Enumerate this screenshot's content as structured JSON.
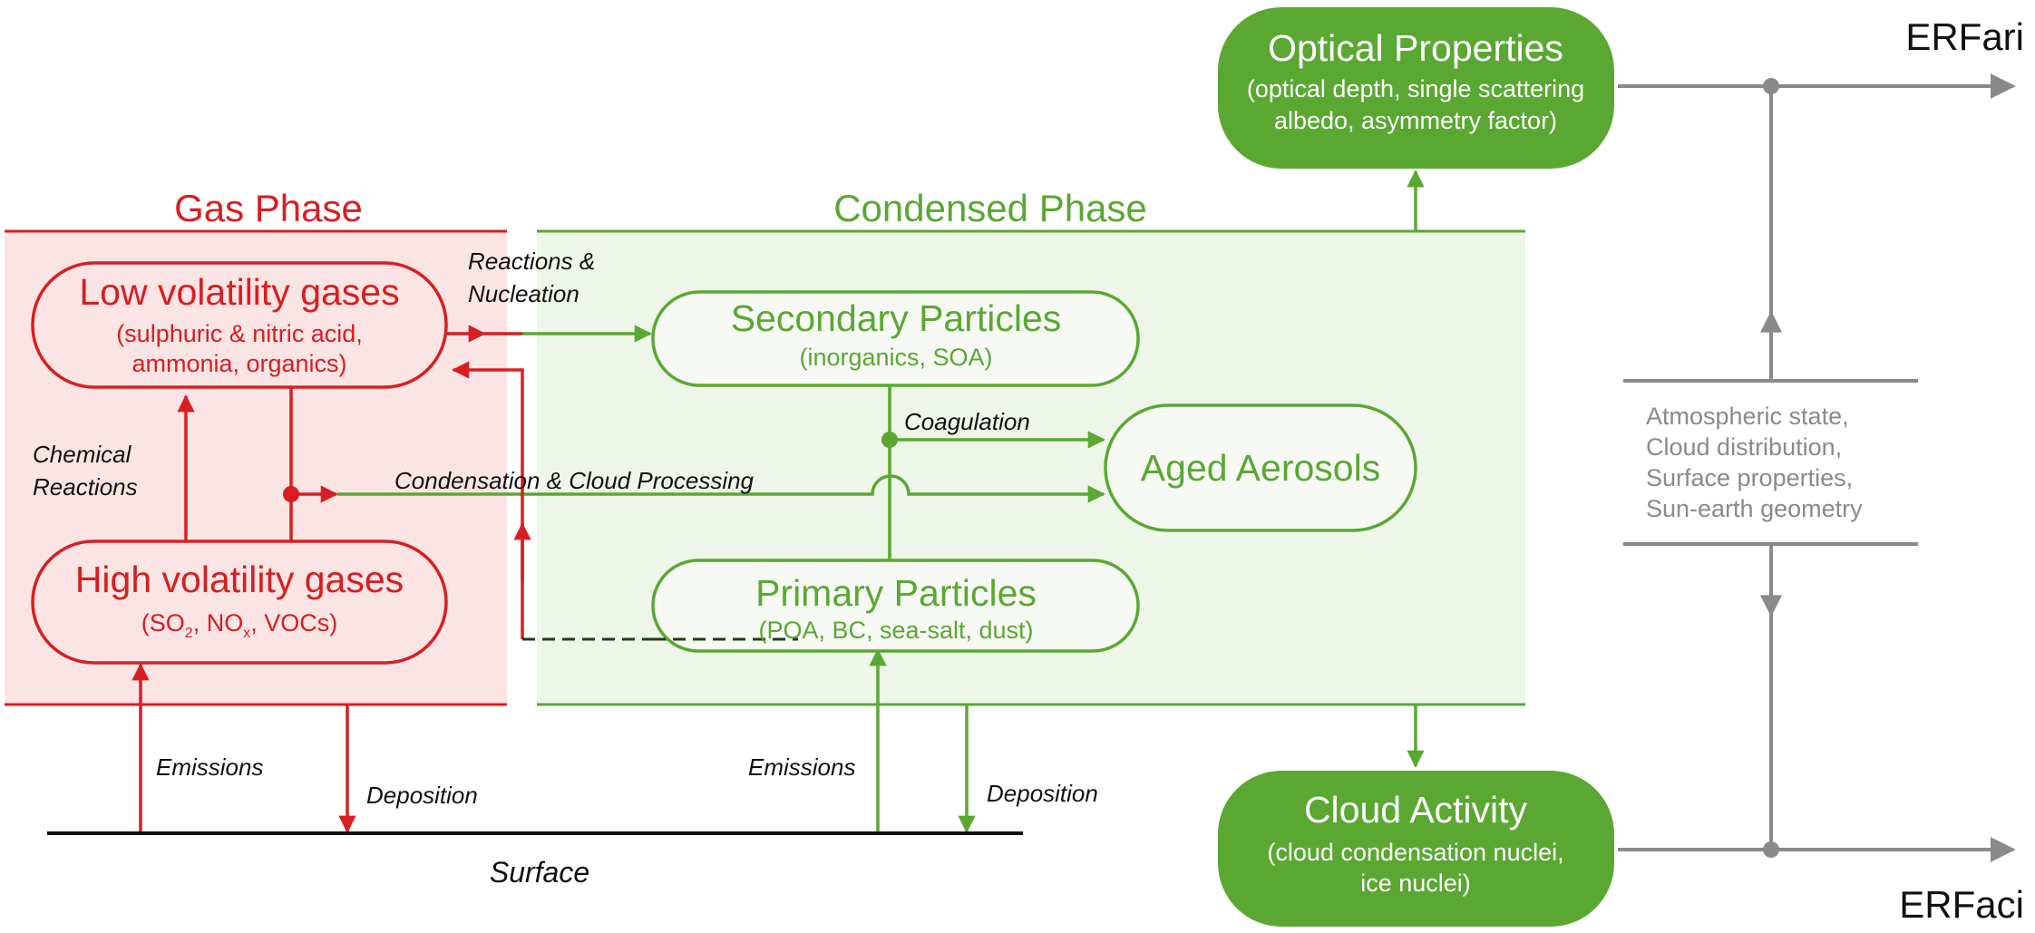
{
  "phases": {
    "gas": "Gas Phase",
    "condensed": "Condensed Phase"
  },
  "boxes": {
    "low_volatility": {
      "title": "Low volatility gases",
      "line1": "(sulphuric & nitric acid,",
      "line2": "ammonia, organics)"
    },
    "high_volatility": {
      "title": "High volatility gases",
      "sub_prefix": "(SO",
      "sub_so_sub": "2",
      "sub_mid": ", NO",
      "sub_no_sub": "x",
      "sub_suffix": ", VOCs)"
    },
    "secondary": {
      "title": "Secondary Particles",
      "sub": "(inorganics, SOA)"
    },
    "primary": {
      "title": "Primary Particles",
      "sub": "(POA, BC, sea-salt, dust)"
    },
    "aged": {
      "title": "Aged Aerosols"
    },
    "optical": {
      "title": "Optical Properties",
      "line1": "(optical depth, single scattering",
      "line2": "albedo, asymmetry factor)"
    },
    "cloud": {
      "title": "Cloud Activity",
      "line1": "(cloud condensation nuclei,",
      "line2": "ice nuclei)"
    }
  },
  "labels": {
    "reactions_line1": "Reactions &",
    "reactions_line2": "Nucleation",
    "chemical_line1": "Chemical",
    "chemical_line2": "Reactions",
    "condensation": "Condensation & Cloud Processing",
    "coagulation": "Coagulation",
    "emissions_left": "Emissions",
    "deposition_left": "Deposition",
    "emissions_right": "Emissions",
    "deposition_right": "Deposition",
    "surface": "Surface"
  },
  "atmospheric": {
    "line1": "Atmospheric state,",
    "line2": "Cloud distribution,",
    "line3": "Surface properties,",
    "line4": "Sun-earth geometry"
  },
  "outputs": {
    "erfari": "ERFari",
    "erfaci": "ERFaci"
  },
  "colors": {
    "red": "#d81e22",
    "green": "#5aa832",
    "gray": "#8a8a8a",
    "gas_fill": "#fbe5e4",
    "condensed_fill": "#eef5e9"
  }
}
